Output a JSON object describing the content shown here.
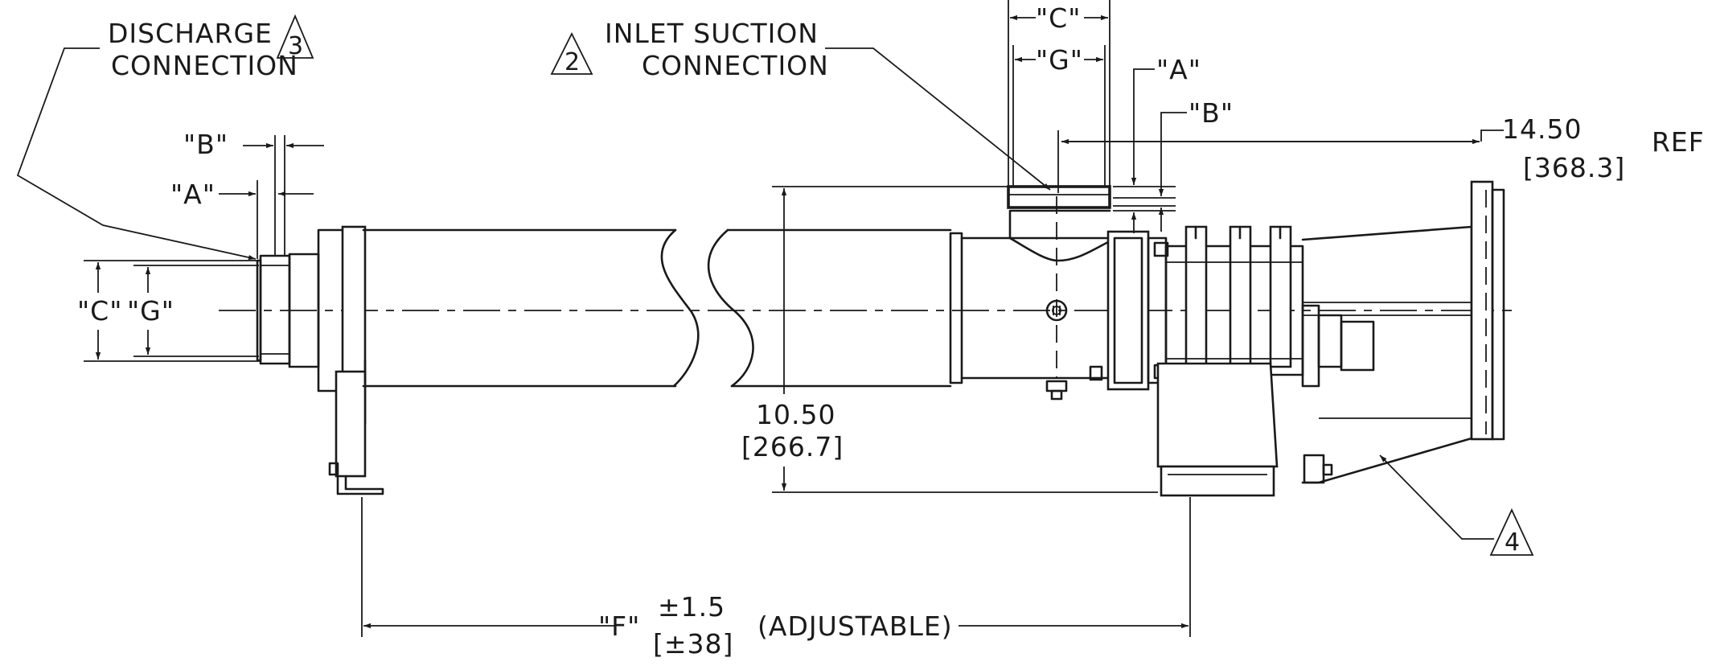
{
  "labels": {
    "discharge_line1": "DISCHARGE",
    "discharge_line2": "CONNECTION",
    "discharge_note": "3",
    "inlet_line1": "INLET SUCTION",
    "inlet_line2": "CONNECTION",
    "inlet_note": "2",
    "support_note": "4",
    "adjustable": "(ADJUSTABLE)"
  },
  "dims": {
    "left_b": "\"B\"",
    "left_a": "\"A\"",
    "left_c": "\"C\"",
    "left_g": "\"G\"",
    "top_c": "\"C\"",
    "top_g": "\"G\"",
    "top_a": "\"A\"",
    "top_b": "\"B\"",
    "height_in": "10.50",
    "height_mm": "[266.7]",
    "ref_in": "14.50",
    "ref_mm": "[368.3]",
    "ref_tag": "REF",
    "f_label": "\"F\"",
    "f_tol_in": "±1.5",
    "f_tol_mm": "[±38]"
  }
}
